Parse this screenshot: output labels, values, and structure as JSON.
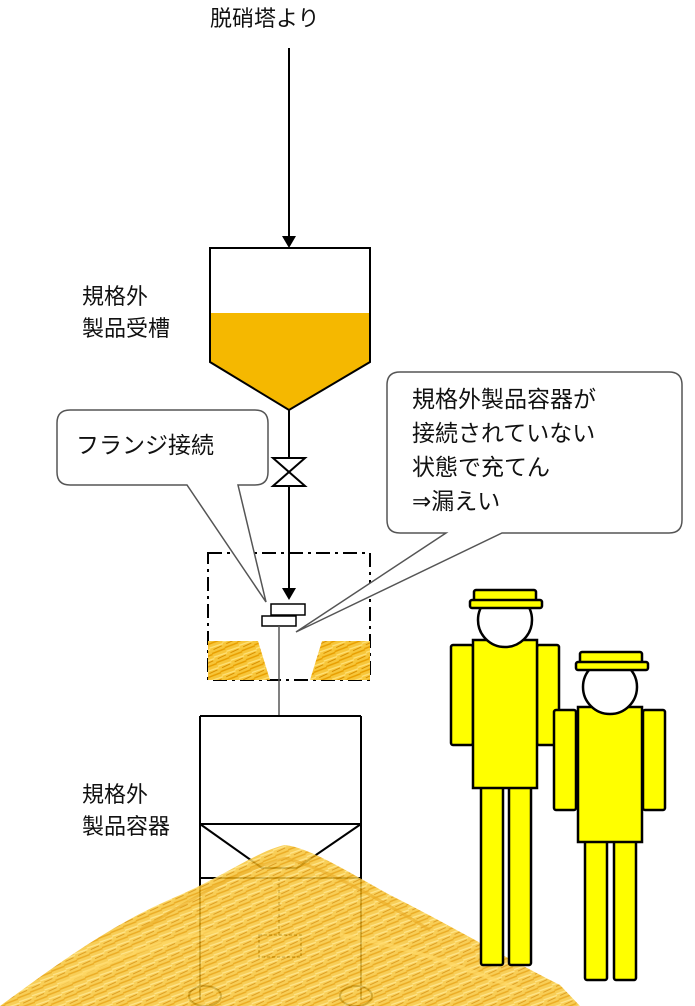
{
  "labels": {
    "source": "脱硝塔より",
    "receiving_tank_line1": "規格外",
    "receiving_tank_line2": "製品受槽",
    "container_line1": "規格外",
    "container_line2": "製品容器"
  },
  "callouts": {
    "flange": "フランジ接続",
    "leak": [
      "規格外製品容器が",
      "接続されていない",
      "状態で充てん",
      "⇒漏えい"
    ]
  },
  "colors": {
    "product_fill": "#F5B800",
    "spill": "#F0B41E",
    "worker_fill": "#FFFF00",
    "line": "#000000"
  },
  "icons": {
    "valve": "valve-icon",
    "flange": "flange-connection-icon",
    "worker": "worker-icon"
  }
}
